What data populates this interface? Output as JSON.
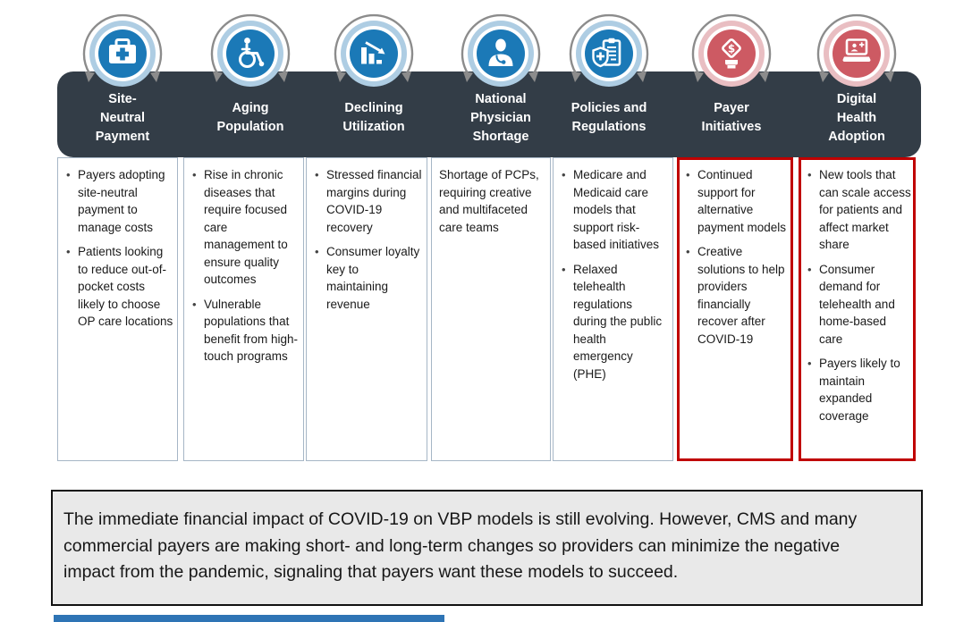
{
  "colors": {
    "band_background": "#333D47",
    "column_blue": "#1B79B7",
    "column_blue_halo": "#AECDE3",
    "column_red": "#CD5A63",
    "column_red_halo": "#E9BEC2",
    "highlight_border_red": "#C00000",
    "box_border_blue_gray": "#A6B6C6",
    "cycle_arrow_gray": "#8C8C8C",
    "summary_background": "#E9E9E9",
    "footer_bar_blue": "#2E74B5",
    "header_text": "#FFFFFF",
    "body_text": "#1A1A1A"
  },
  "columns": [
    {
      "title": "Site-Neutral Payment",
      "title_lines": [
        "Site-",
        "Neutral",
        "Payment"
      ],
      "icon": "first-aid-kit-icon",
      "theme": "blue",
      "highlighted": false,
      "bullets": [
        "Payers adopting site-neutral payment to manage costs",
        "Patients looking to reduce out-of-pocket costs likely to choose OP care locations"
      ]
    },
    {
      "title": "Aging Population",
      "title_lines": [
        "Aging",
        "Population"
      ],
      "icon": "wheelchair-icon",
      "theme": "blue",
      "highlighted": false,
      "bullets": [
        "Rise in chronic diseases that require focused care management to ensure quality outcomes",
        "Vulnerable populations that benefit from high-touch programs"
      ]
    },
    {
      "title": "Declining Utilization",
      "title_lines": [
        "Declining",
        "Utilization"
      ],
      "icon": "declining-bar-chart-icon",
      "theme": "blue",
      "highlighted": false,
      "bullets": [
        "Stressed financial margins during COVID-19 recovery",
        "Consumer loyalty key to maintaining revenue"
      ]
    },
    {
      "title": "National Physician Shortage",
      "title_lines": [
        "National",
        "Physician",
        "Shortage"
      ],
      "icon": "physician-icon",
      "theme": "blue",
      "highlighted": false,
      "bullets": [
        "Shortage of PCPs, requiring creative and multifaceted care teams"
      ]
    },
    {
      "title": "Policies and Regulations",
      "title_lines": [
        "Policies and",
        "Regulations"
      ],
      "icon": "clipboard-shield-icon",
      "theme": "blue",
      "highlighted": false,
      "bullets": [
        "Medicare and Medicaid care models that support risk-based initiatives",
        "Relaxed telehealth regulations during the public health emergency (PHE)"
      ]
    },
    {
      "title": "Payer Initiatives",
      "title_lines": [
        "Payer",
        "Initiatives"
      ],
      "icon": "money-tag-hand-icon",
      "theme": "red",
      "highlighted": true,
      "bullets": [
        "Continued support for alternative payment models",
        "Creative solutions to help providers financially recover after COVID-19"
      ]
    },
    {
      "title": "Digital Health Adoption",
      "title_lines": [
        "Digital",
        "Health",
        "Adoption"
      ],
      "icon": "telehealth-laptop-icon",
      "theme": "red",
      "highlighted": true,
      "bullets": [
        "New tools that can scale access for patients and affect market share",
        "Consumer demand for telehealth and home-based care",
        "Payers likely to maintain expanded coverage"
      ]
    }
  ],
  "summary": {
    "text": "The immediate financial impact of COVID-19 on VBP models is still evolving. However, CMS and many commercial payers are making short- and long-term changes so providers can minimize the negative impact from the pandemic, signaling that payers want these models to succeed."
  }
}
